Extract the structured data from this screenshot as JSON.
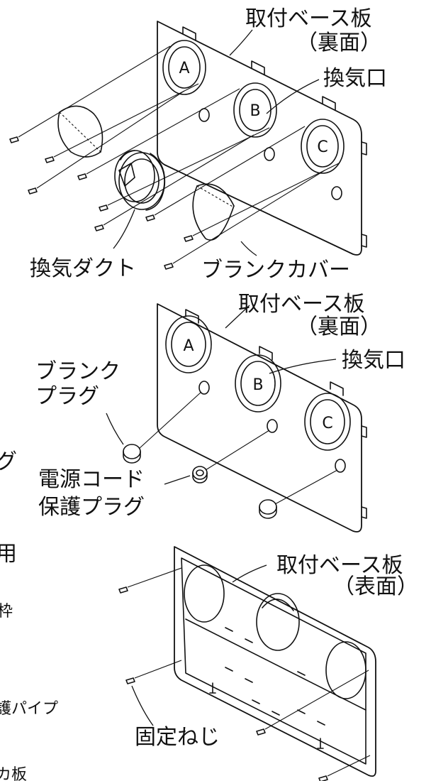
{
  "figure1": {
    "base_plate": [
      "取付ベース板",
      "（裏面）"
    ],
    "vent_port": "換気口",
    "duct": "換気ダクト",
    "blank_cover": "ブランクカバー",
    "ports": [
      "A",
      "B",
      "C"
    ]
  },
  "figure2": {
    "base_plate": [
      "取付ベース板",
      "（裏面）"
    ],
    "vent_port": "換気口",
    "blank_plug": [
      "ブランク",
      "プラグ"
    ],
    "cord_plug": [
      "電源コード",
      "保護プラグ"
    ],
    "ports": [
      "A",
      "B",
      "C"
    ]
  },
  "figure3": {
    "base_plate": [
      "取付ベース板",
      "（表面）"
    ],
    "screw": "固定ねじ"
  },
  "cropped_left": {
    "t1": "グ",
    "t2": "用",
    "t3": "枠",
    "t4": "護パイプ",
    "t5": "カ板"
  }
}
